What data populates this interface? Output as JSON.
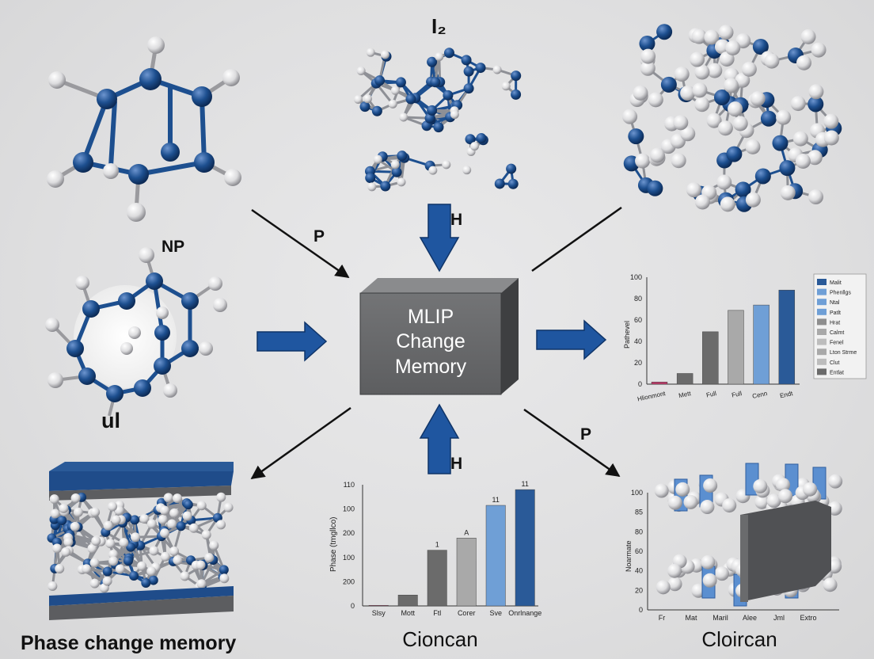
{
  "center_box": {
    "line1": "MLIP",
    "line2": "Change",
    "line3": "Memory",
    "fill": "#6a6b6d"
  },
  "labels": {
    "top_center_molecule": "I₂",
    "np_molecule": "NP",
    "ul_molecule": "ul",
    "arrow_top_left": "P",
    "arrow_top_center": "H",
    "arrow_bottom_center": "H",
    "arrow_bottom_right": "P",
    "bottom_left_caption": "Phase change memory",
    "bottom_center_caption": "Cioncan",
    "bottom_right_caption": "Cloircan"
  },
  "colors": {
    "blue_atom": "#1d4f8f",
    "white_atom": "#e8e8ea",
    "arrow_blue": "#1f56a0",
    "bar_dark": "#6b6b6b",
    "bar_light": "#a9a9a9",
    "bar_blue_light": "#6f9fd6",
    "bar_blue_dark": "#2a5a98",
    "bar_pink": "#c03a6a"
  },
  "chart_data": [
    {
      "type": "bar",
      "categories": [
        "Hlionmont",
        "Mett",
        "Full",
        "Full",
        "Cenn",
        "Endt"
      ],
      "values": [
        2,
        10,
        49,
        69,
        74,
        88
      ],
      "ylabel": "Pathevel",
      "ylim": [
        0,
        100
      ],
      "yticks": [
        0,
        20,
        40,
        60,
        80,
        100
      ],
      "colors": [
        "#c03a6a",
        "#6b6b6b",
        "#6b6b6b",
        "#a9a9a9",
        "#6f9fd6",
        "#2a5a98"
      ],
      "legend_entries": [
        "Malit",
        "Phenllgs",
        "Ntal",
        "Patlt",
        "Hrat",
        "Calmt",
        "Fenel",
        "Lton Strme",
        "Clut",
        "Entlat"
      ],
      "legend_colors": [
        "#2a5a98",
        "#6f9fd6",
        "#6f9fd6",
        "#6f9fd6",
        "#8e8e8e",
        "#a9a9a9",
        "#bdbdbd",
        "#a9a9a9",
        "#bdbdbd",
        "#6b6b6b"
      ],
      "legend_position": "right"
    },
    {
      "type": "bar",
      "categories": [
        "Slsy",
        "Mott",
        "Ftl",
        "Corer",
        "Sve",
        "Onrlnange"
      ],
      "values": [
        5,
        90,
        460,
        560,
        830,
        960
      ],
      "data_labels": [
        "",
        "",
        "1",
        "A",
        "11",
        "11"
      ],
      "ylabel": "Phase (tmgllco)",
      "ylim": [
        0,
        1000
      ],
      "ytick_labels": [
        "0",
        "200",
        "100",
        "200",
        "100",
        "110"
      ],
      "colors": [
        "#c03a6a",
        "#6b6b6b",
        "#6b6b6b",
        "#a9a9a9",
        "#6f9fd6",
        "#2a5a98"
      ]
    },
    {
      "type": "bar",
      "categories": [
        "Fr",
        "Mat",
        "Maril",
        "Alee",
        "Jml",
        "Extro"
      ],
      "ylabel": "Noarmate",
      "ylim": [
        0,
        100
      ],
      "ytick_labels": [
        "0",
        "20",
        "40",
        "60",
        "80",
        "85",
        "100"
      ]
    }
  ]
}
